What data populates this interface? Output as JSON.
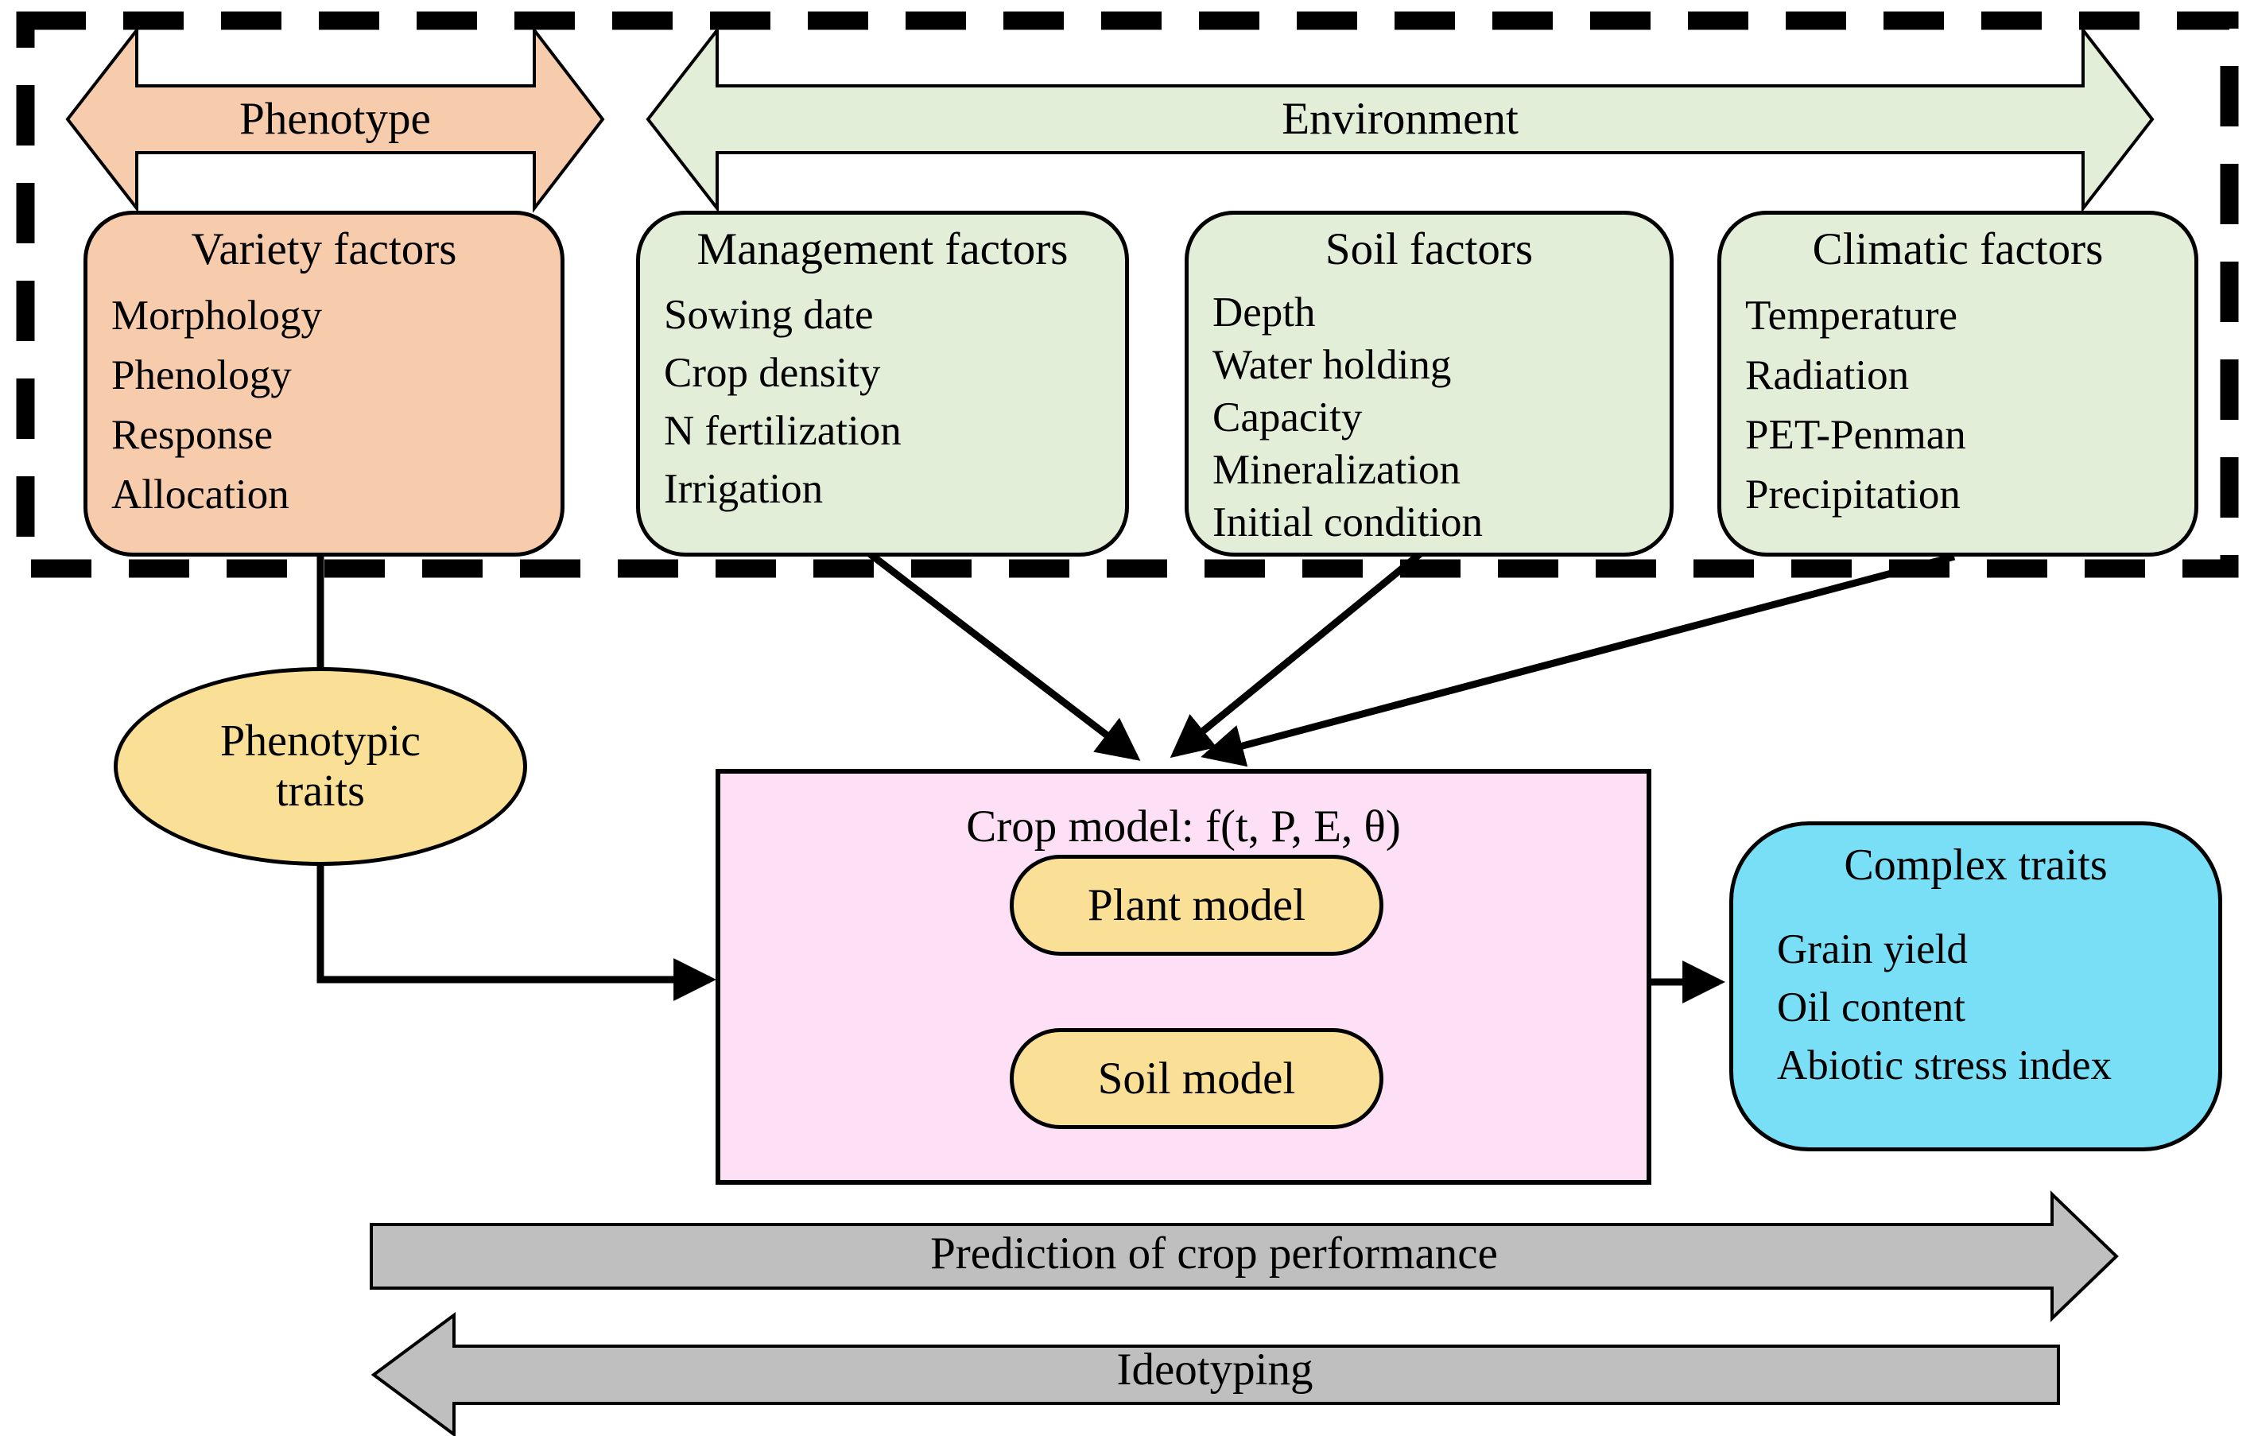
{
  "top_arrows": {
    "phenotype": "Phenotype",
    "environment": "Environment"
  },
  "boxes": {
    "variety": {
      "title": "Variety factors",
      "items": [
        "Morphology",
        "Phenology",
        "Response",
        "Allocation"
      ]
    },
    "management": {
      "title": "Management factors",
      "items": [
        "Sowing date",
        "Crop density",
        "N fertilization",
        "Irrigation"
      ]
    },
    "soil": {
      "title": "Soil factors",
      "items": [
        "Depth",
        "Water holding",
        "Capacity",
        "Mineralization",
        "Initial condition"
      ]
    },
    "climatic": {
      "title": "Climatic factors",
      "items": [
        "Temperature",
        "Radiation",
        "PET-Penman",
        "Precipitation"
      ]
    }
  },
  "phenotypic_traits": {
    "label": "Phenotypic traits"
  },
  "crop_model": {
    "title": "Crop model: f(t, P, E, θ)",
    "plant_label": "Plant model",
    "soil_label": "Soil model"
  },
  "complex_traits": {
    "title": "Complex traits",
    "items": [
      "Grain yield",
      "Oil content",
      "Abiotic stress index"
    ]
  },
  "bottom_arrows": {
    "prediction": "Prediction of crop performance",
    "ideotyping": "Ideotyping"
  },
  "colors": {
    "peach": "#F7CCAC",
    "light_green": "#E2EED8",
    "yellow": "#FAE096",
    "pink": "#FDE0F6",
    "cyan": "#79DFF7",
    "gray": "#BFBFBF",
    "outline": "#000000"
  }
}
